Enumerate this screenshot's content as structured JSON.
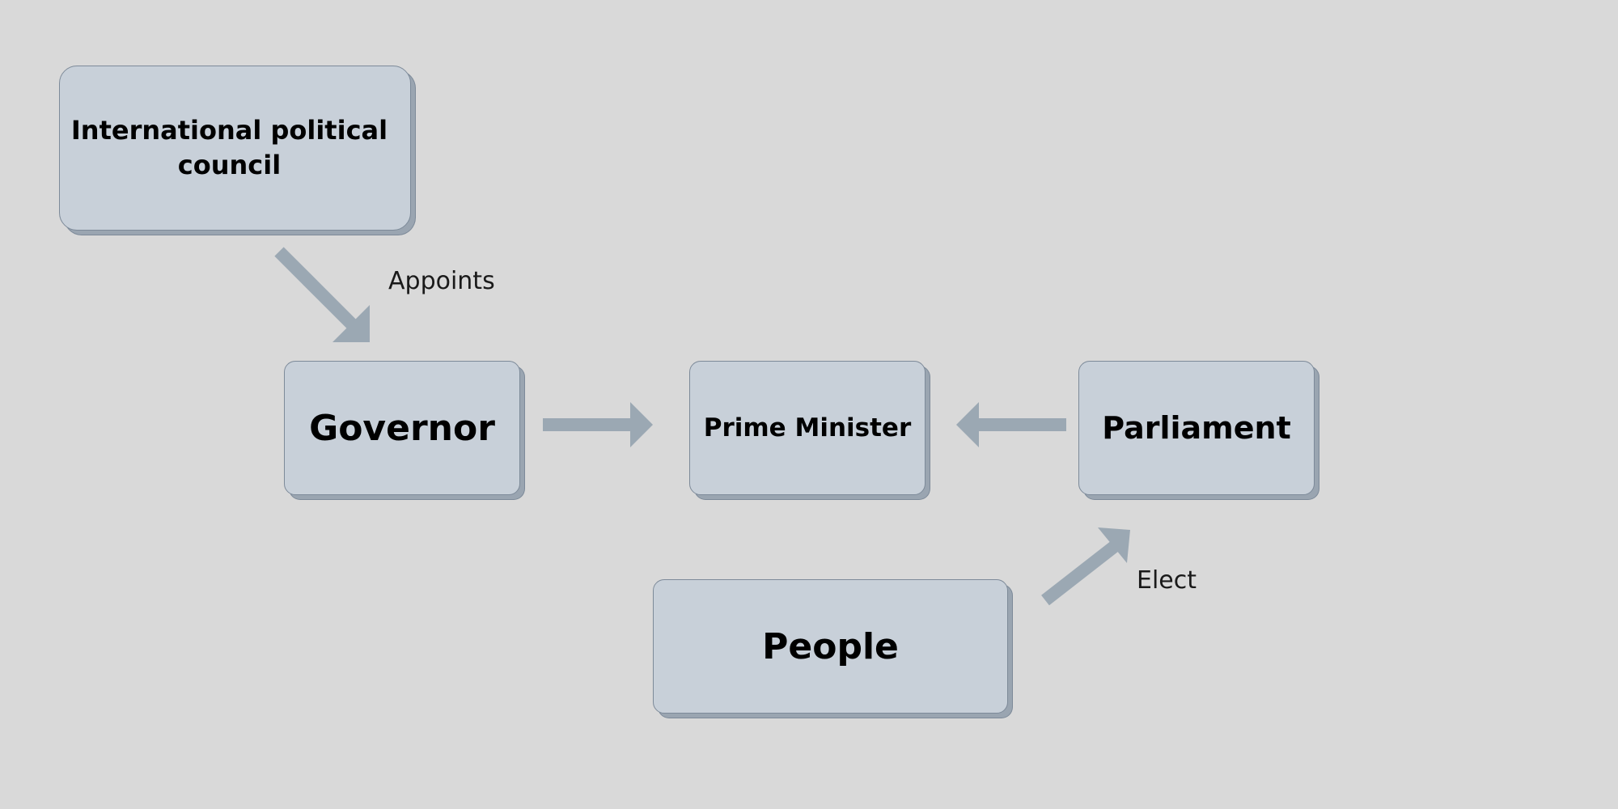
{
  "nodes": {
    "council": {
      "line1": "International political",
      "line2": "council"
    },
    "governor": "Governor",
    "prime_minister": "Prime Minister",
    "parliament": "Parliament",
    "people": "People"
  },
  "edges": [
    {
      "from": "council",
      "to": "governor",
      "label": "Appoints"
    },
    {
      "from": "governor",
      "to": "prime_minister",
      "label": ""
    },
    {
      "from": "parliament",
      "to": "prime_minister",
      "label": ""
    },
    {
      "from": "people",
      "to": "parliament",
      "label": "Elect"
    }
  ],
  "colors": {
    "background": "#d9d9d9",
    "node_fill": "#c8d0d9",
    "node_border": "#7d8a99",
    "arrow": "#9ba8b3"
  }
}
